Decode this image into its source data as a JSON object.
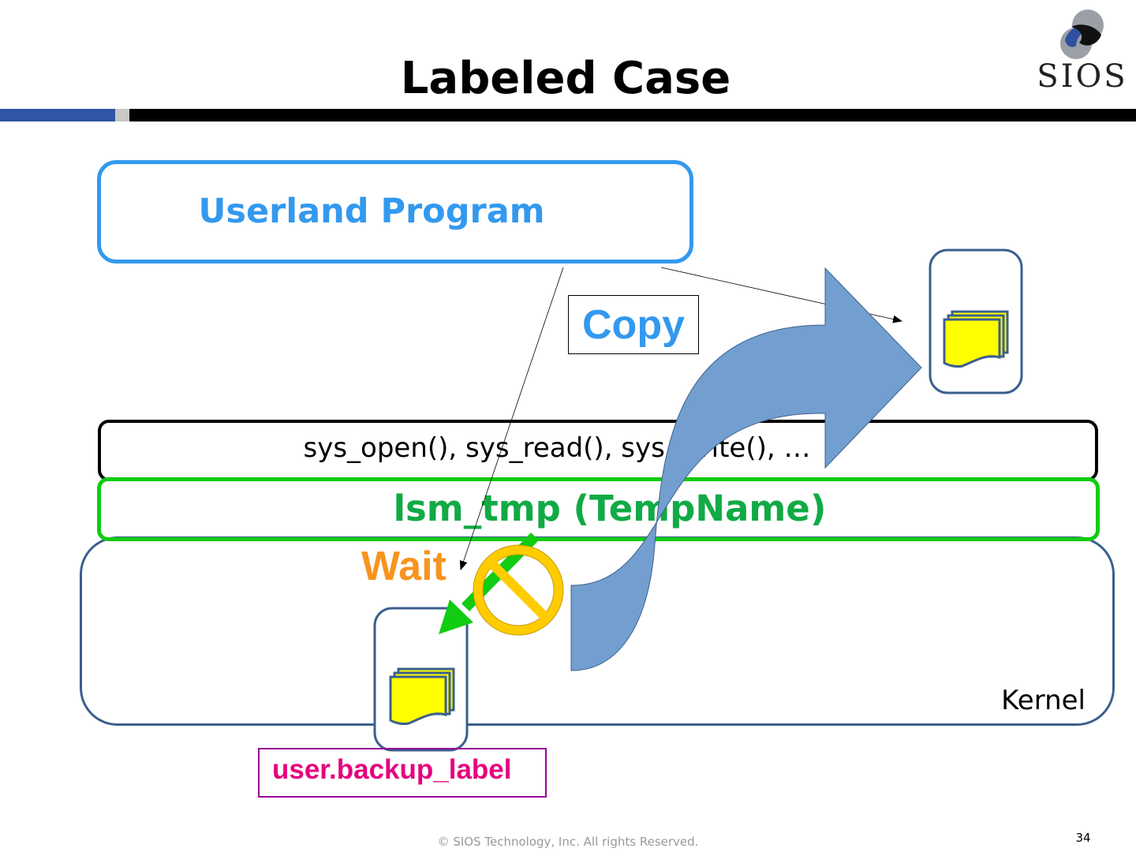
{
  "slide": {
    "title": "Labeled Case",
    "logo_text": "SIOS",
    "footer": "© SIOS Technology, Inc. All rights Reserved.",
    "page_number": "34"
  },
  "diagram": {
    "userland_label": "Userland Program",
    "copy_label": "Copy",
    "syscall_label": "sys_open(), sys_read(), sys_write(), …",
    "lsm_label": "lsm_tmp (TempName)",
    "kernel_label": "Kernel",
    "wait_label": "Wait",
    "xattr_label": "user.backup_label"
  },
  "colors": {
    "accent_blue": "#3399ee",
    "lsm_green": "#11cc11",
    "kernel_border": "#3b5f8f",
    "big_arrow": "#729fcf",
    "file_yellow": "#ffff00",
    "wait_orange": "#f7941d",
    "prohibit_yellow": "#ffcc00",
    "xattr_magenta": "#e6007e"
  },
  "icons": [
    "sios-logo",
    "file-stack-icon",
    "prohibition-icon",
    "curved-arrow"
  ]
}
